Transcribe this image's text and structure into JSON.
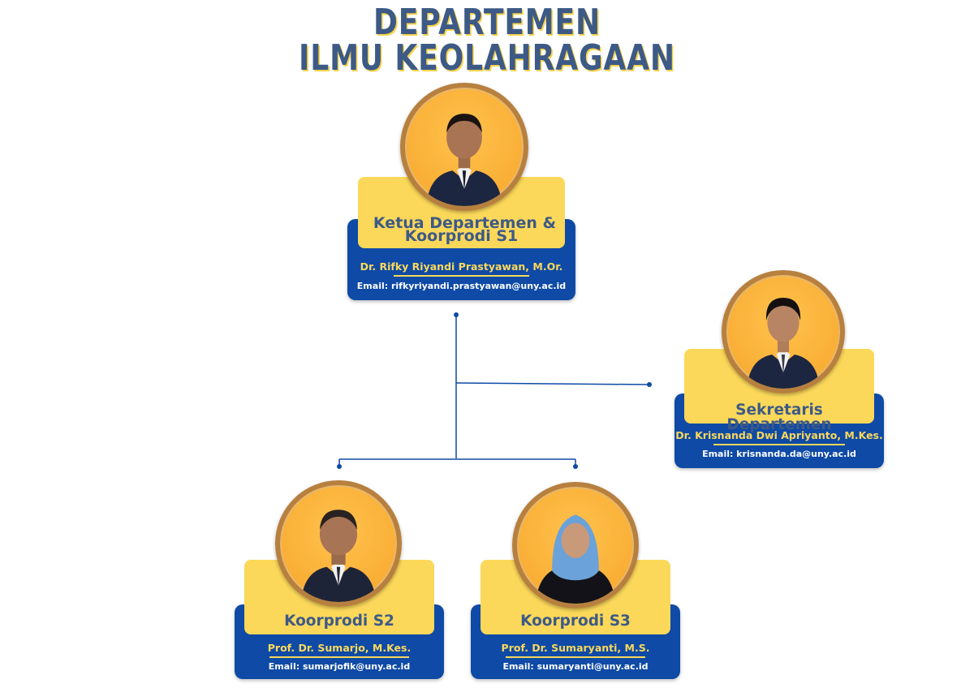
{
  "title": {
    "line1": "DEPARTEMEN",
    "line2": "ILMU KEOLAHRAGAAN"
  },
  "nodes": {
    "ketua": {
      "role_line1": "Ketua Departemen &",
      "role_line2": "Koorprodi S1",
      "name": "Dr. Rifky Riyandi Prastyawan, M.Or.",
      "email": "Email: rifkyriyandi.prastyawan@uny.ac.id",
      "avatar_icon": "person-portrait-icon"
    },
    "sekretaris": {
      "role": "Sekretaris Departemen",
      "name": "Dr. Krisnanda Dwi Apriyanto, M.Kes.",
      "email": "Email: krisnanda.da@uny.ac.id",
      "avatar_icon": "person-portrait-icon"
    },
    "s2": {
      "role": "Koorprodi S2",
      "name": "Prof. Dr. Sumarjo, M.Kes.",
      "email": "Email: sumarjofik@uny.ac.id",
      "avatar_icon": "person-portrait-icon"
    },
    "s3": {
      "role": "Koorprodi S3",
      "name": "Prof. Dr. Sumaryanti, M.S.",
      "email": "Email: sumaryanti@uny.ac.id",
      "avatar_icon": "person-portrait-icon"
    }
  },
  "colors": {
    "title": "#3d5a86",
    "title_shadow": "#f7d34c",
    "card_blue": "#0e4aa6",
    "card_yellow": "#fbd85a",
    "connector": "#0e4aa6",
    "avatar_bg": "#f9ae35",
    "avatar_ring": "#b7803f"
  }
}
